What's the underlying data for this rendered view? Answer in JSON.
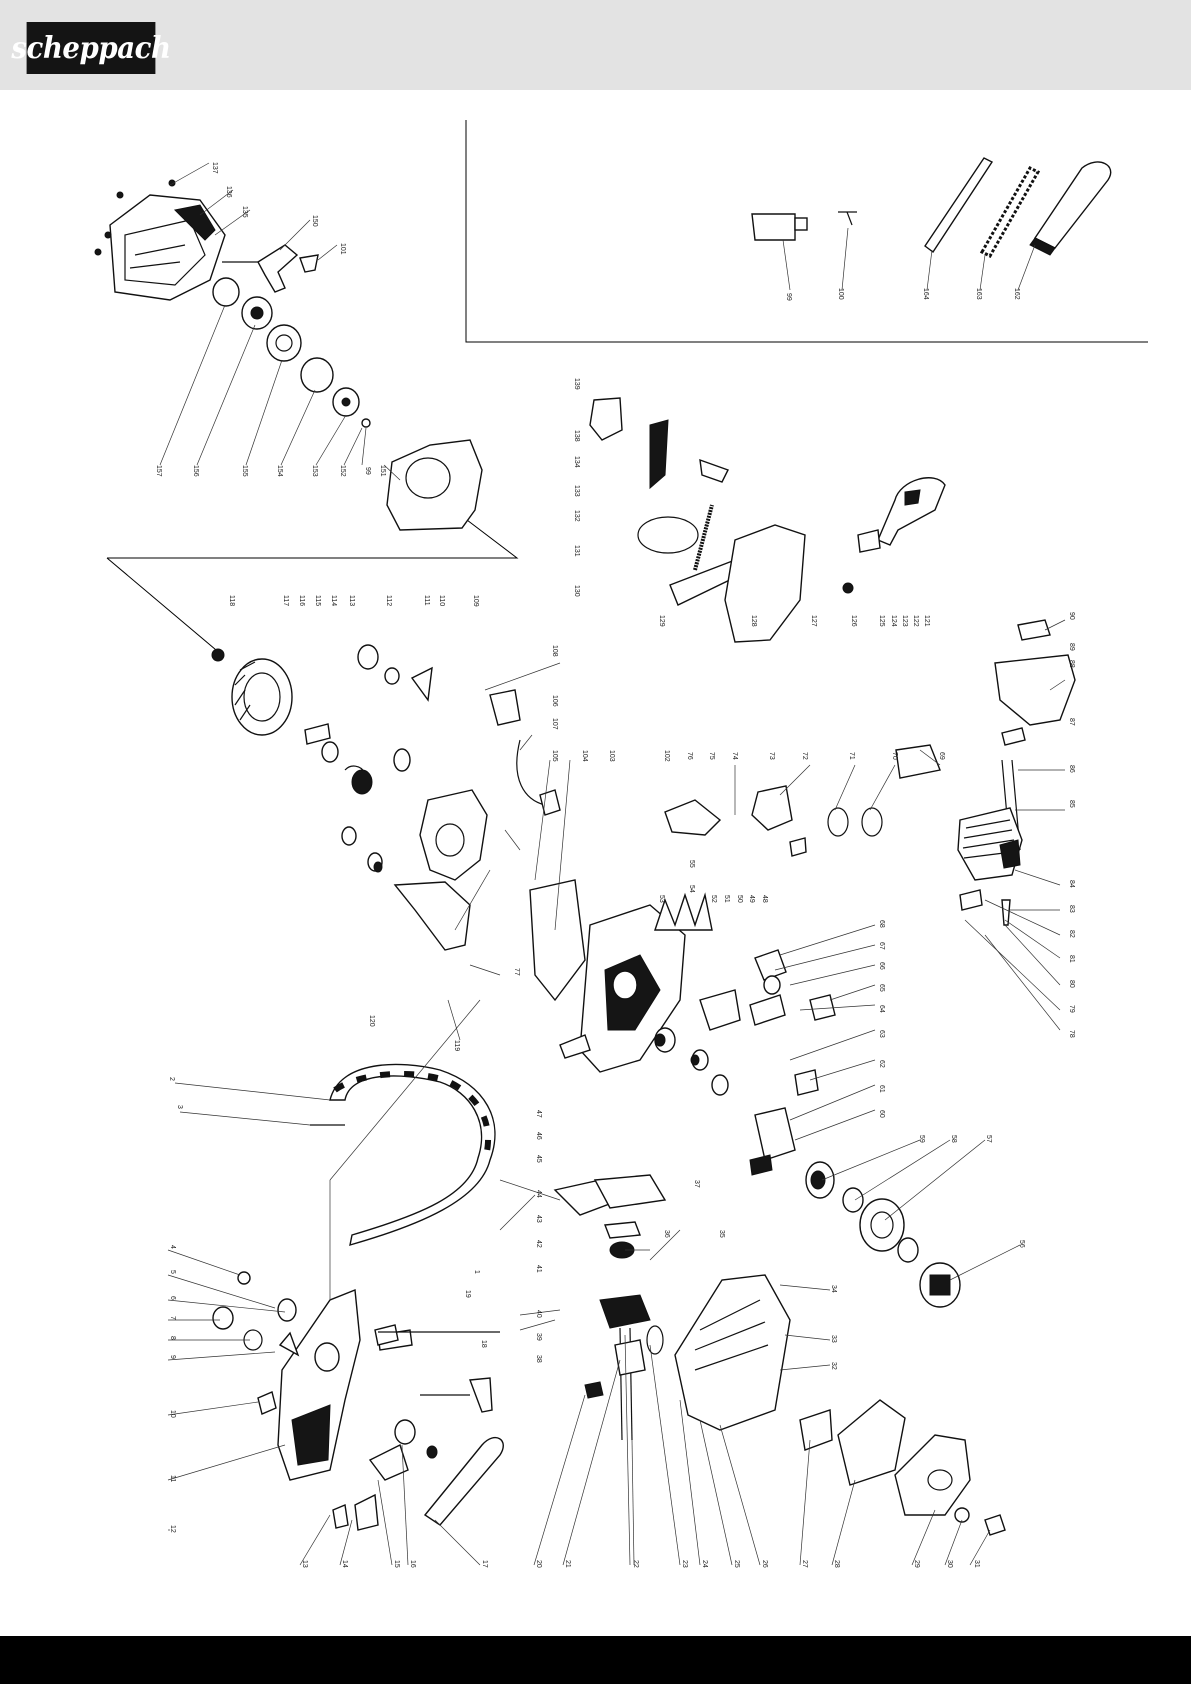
{
  "brand": {
    "logo_text": "scheppach",
    "header_bg": "#e3e3e3",
    "footer_bg": "#000000"
  },
  "diagram": {
    "callouts": [
      {
        "id": "c137",
        "text": "137"
      },
      {
        "id": "c136",
        "text": "136"
      },
      {
        "id": "c135",
        "text": "135"
      },
      {
        "id": "c150",
        "text": "150"
      },
      {
        "id": "c101",
        "text": "101"
      },
      {
        "id": "c157",
        "text": "157"
      },
      {
        "id": "c156",
        "text": "156"
      },
      {
        "id": "c155",
        "text": "155"
      },
      {
        "id": "c154",
        "text": "154"
      },
      {
        "id": "c153",
        "text": "153"
      },
      {
        "id": "c152",
        "text": "152"
      },
      {
        "id": "c151",
        "text": "151"
      },
      {
        "id": "c99",
        "text": "99"
      },
      {
        "id": "c100",
        "text": "100"
      },
      {
        "id": "c164",
        "text": "164"
      },
      {
        "id": "c163",
        "text": "163"
      },
      {
        "id": "c162",
        "text": "162"
      },
      {
        "id": "c139",
        "text": "139"
      },
      {
        "id": "c138",
        "text": "138"
      },
      {
        "id": "c134",
        "text": "134"
      },
      {
        "id": "c133",
        "text": "133"
      },
      {
        "id": "c132",
        "text": "132"
      },
      {
        "id": "c131",
        "text": "131"
      },
      {
        "id": "c130",
        "text": "130"
      },
      {
        "id": "c129",
        "text": "129"
      },
      {
        "id": "c128",
        "text": "128"
      },
      {
        "id": "c127",
        "text": "127"
      },
      {
        "id": "c126",
        "text": "126"
      },
      {
        "id": "c125",
        "text": "125"
      },
      {
        "id": "c124",
        "text": "124"
      },
      {
        "id": "c123",
        "text": "123"
      },
      {
        "id": "c122",
        "text": "122"
      },
      {
        "id": "c121",
        "text": "121"
      },
      {
        "id": "c118",
        "text": "118"
      },
      {
        "id": "c117",
        "text": "117"
      },
      {
        "id": "c116",
        "text": "116"
      },
      {
        "id": "c115",
        "text": "115"
      },
      {
        "id": "c114",
        "text": "114"
      },
      {
        "id": "c113",
        "text": "113"
      },
      {
        "id": "c112",
        "text": "112"
      },
      {
        "id": "c111",
        "text": "111"
      },
      {
        "id": "c110",
        "text": "110"
      },
      {
        "id": "c109",
        "text": "109"
      },
      {
        "id": "c108",
        "text": "108"
      },
      {
        "id": "c107",
        "text": "107"
      },
      {
        "id": "c106",
        "text": "106"
      },
      {
        "id": "c105",
        "text": "105"
      },
      {
        "id": "c104",
        "text": "104"
      },
      {
        "id": "c103",
        "text": "103"
      },
      {
        "id": "c102",
        "text": "102"
      },
      {
        "id": "c119",
        "text": "119"
      },
      {
        "id": "c120",
        "text": "120"
      },
      {
        "id": "c77",
        "text": "77"
      },
      {
        "id": "c90",
        "text": "90"
      },
      {
        "id": "c89",
        "text": "89"
      },
      {
        "id": "c88",
        "text": "88"
      },
      {
        "id": "c87",
        "text": "87"
      },
      {
        "id": "c86",
        "text": "86"
      },
      {
        "id": "c85",
        "text": "85"
      },
      {
        "id": "c84",
        "text": "84"
      },
      {
        "id": "c83",
        "text": "83"
      },
      {
        "id": "c82",
        "text": "82"
      },
      {
        "id": "c81",
        "text": "81"
      },
      {
        "id": "c80",
        "text": "80"
      },
      {
        "id": "c79",
        "text": "79"
      },
      {
        "id": "c78",
        "text": "78"
      },
      {
        "id": "c76",
        "text": "76"
      },
      {
        "id": "c75",
        "text": "75"
      },
      {
        "id": "c74",
        "text": "74"
      },
      {
        "id": "c73",
        "text": "73"
      },
      {
        "id": "c72",
        "text": "72"
      },
      {
        "id": "c71",
        "text": "71"
      },
      {
        "id": "c70",
        "text": "70"
      },
      {
        "id": "c69",
        "text": "69"
      },
      {
        "id": "c68",
        "text": "68"
      },
      {
        "id": "c67",
        "text": "67"
      },
      {
        "id": "c66",
        "text": "66"
      },
      {
        "id": "c65",
        "text": "65"
      },
      {
        "id": "c64",
        "text": "64"
      },
      {
        "id": "c63",
        "text": "63"
      },
      {
        "id": "c62",
        "text": "62"
      },
      {
        "id": "c61",
        "text": "61"
      },
      {
        "id": "c60",
        "text": "60"
      },
      {
        "id": "c59",
        "text": "59"
      },
      {
        "id": "c58",
        "text": "58"
      },
      {
        "id": "c57",
        "text": "57"
      },
      {
        "id": "c56",
        "text": "56"
      },
      {
        "id": "c55",
        "text": "55"
      },
      {
        "id": "c54",
        "text": "54"
      },
      {
        "id": "c53",
        "text": "53"
      },
      {
        "id": "c52",
        "text": "52"
      },
      {
        "id": "c51",
        "text": "51"
      },
      {
        "id": "c50",
        "text": "50"
      },
      {
        "id": "c49",
        "text": "49"
      },
      {
        "id": "c48",
        "text": "48"
      },
      {
        "id": "c47",
        "text": "47"
      },
      {
        "id": "c46",
        "text": "46"
      },
      {
        "id": "c45",
        "text": "45"
      },
      {
        "id": "c44",
        "text": "44"
      },
      {
        "id": "c43",
        "text": "43"
      },
      {
        "id": "c42",
        "text": "42"
      },
      {
        "id": "c41",
        "text": "41"
      },
      {
        "id": "c40",
        "text": "40"
      },
      {
        "id": "c39",
        "text": "39"
      },
      {
        "id": "c38",
        "text": "38"
      },
      {
        "id": "c37",
        "text": "37"
      },
      {
        "id": "c36",
        "text": "36"
      },
      {
        "id": "c35",
        "text": "35"
      },
      {
        "id": "c34",
        "text": "34"
      },
      {
        "id": "c33",
        "text": "33"
      },
      {
        "id": "c32",
        "text": "32"
      },
      {
        "id": "c31",
        "text": "31"
      },
      {
        "id": "c30",
        "text": "30"
      },
      {
        "id": "c29",
        "text": "29"
      },
      {
        "id": "c28",
        "text": "28"
      },
      {
        "id": "c27",
        "text": "27"
      },
      {
        "id": "c26",
        "text": "26"
      },
      {
        "id": "c25",
        "text": "25"
      },
      {
        "id": "c24",
        "text": "24"
      },
      {
        "id": "c23",
        "text": "23"
      },
      {
        "id": "c22",
        "text": "22"
      },
      {
        "id": "c21",
        "text": "21"
      },
      {
        "id": "c20",
        "text": "20"
      },
      {
        "id": "c19",
        "text": "19"
      },
      {
        "id": "c18",
        "text": "18"
      },
      {
        "id": "c17",
        "text": "17"
      },
      {
        "id": "c16",
        "text": "16"
      },
      {
        "id": "c15",
        "text": "15"
      },
      {
        "id": "c14",
        "text": "14"
      },
      {
        "id": "c13",
        "text": "13"
      },
      {
        "id": "c12",
        "text": "12"
      },
      {
        "id": "c11",
        "text": "11"
      },
      {
        "id": "c10",
        "text": "10"
      },
      {
        "id": "c9",
        "text": "9"
      },
      {
        "id": "c8",
        "text": "8"
      },
      {
        "id": "c7",
        "text": "7"
      },
      {
        "id": "c6",
        "text": "6"
      },
      {
        "id": "c5",
        "text": "5"
      },
      {
        "id": "c4",
        "text": "4"
      },
      {
        "id": "c3",
        "text": "3"
      },
      {
        "id": "c2",
        "text": "2"
      },
      {
        "id": "c1",
        "text": "1"
      }
    ]
  }
}
